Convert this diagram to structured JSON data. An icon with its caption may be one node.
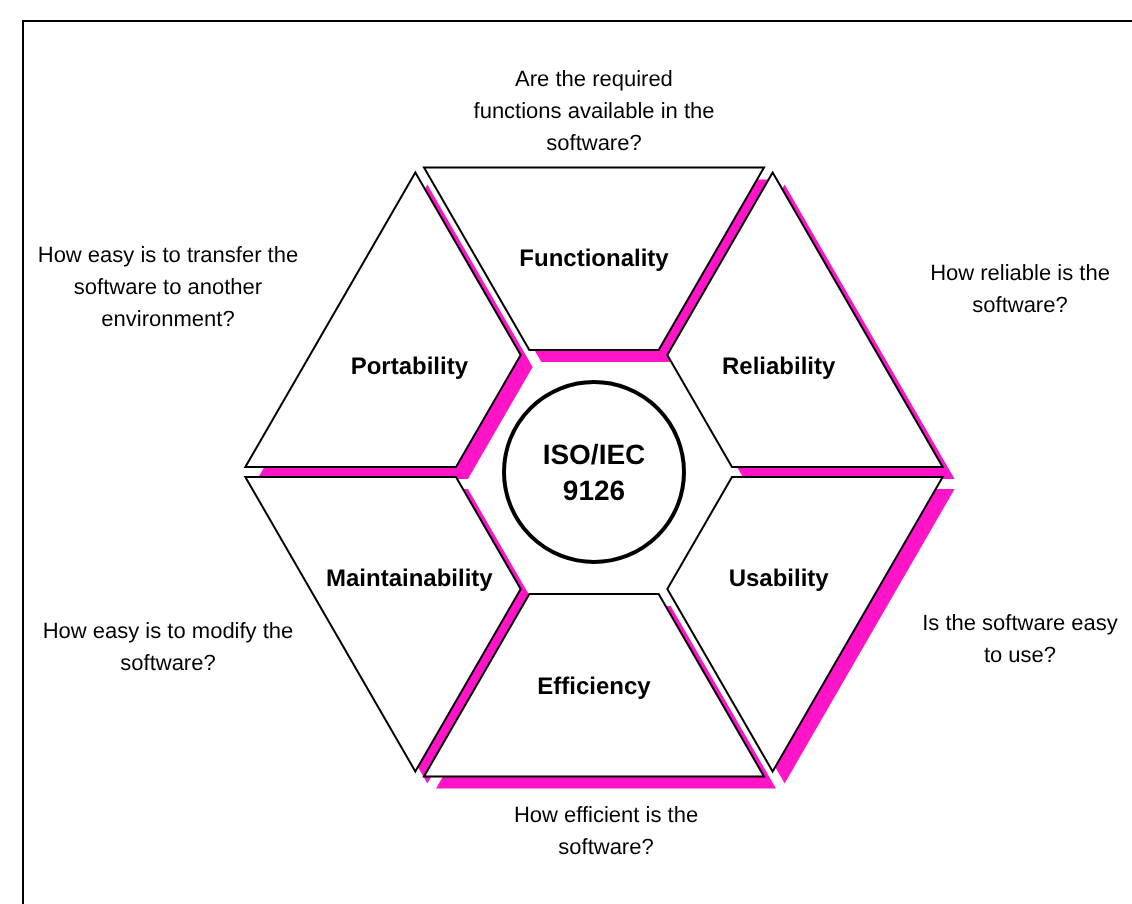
{
  "diagram": {
    "nodes": [
      {
        "text": [
          "Functionality"
        ]
      },
      {
        "text": [
          "Portability"
        ]
      },
      {
        "text": [
          "Reliability"
        ]
      },
      {
        "text": [
          "ISO/IEC 9126"
        ]
      },
      {
        "text": [
          "Maintainability"
        ]
      },
      {
        "text": [
          "Usability"
        ]
      },
      {
        "text": [
          "Efficiency"
        ]
      }
    ],
    "labels": [
      "Are the required functions available in the software?",
      "How easy is to transfer the software to another environment?",
      "How reliable is the software?",
      "How easy is to modify the software?",
      "Is the software easy to use?",
      "How efficient is the software?"
    ]
  }
}
